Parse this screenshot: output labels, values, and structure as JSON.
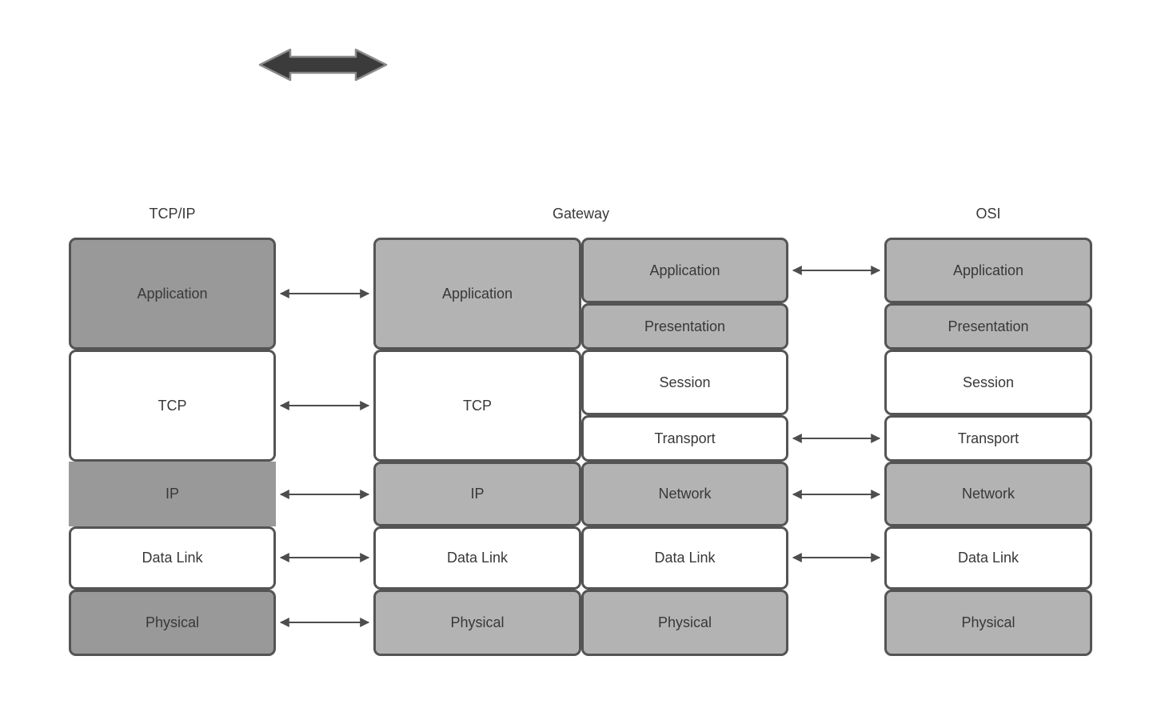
{
  "colors": {
    "background": "#ffffff",
    "box_border": "#545454",
    "tcpip_gray_fill": "#999999",
    "gateway_osi_gray_fill": "#b3b3b3",
    "white_fill": "#ffffff",
    "text": "#383838",
    "connector_arrow": "#4d4d4d",
    "thick_arrow_fill": "#3b3b3b",
    "thick_arrow_outline": "#8a8a8a"
  },
  "icons": {
    "thick_double_arrow": "left-right-block-arrow"
  },
  "headers": {
    "tcpip": "TCP/IP",
    "gateway": "Gateway",
    "osi": "OSI"
  },
  "stacks": {
    "tcpip": {
      "layers": [
        {
          "label": "Application"
        },
        {
          "label": "TCP"
        },
        {
          "label": "IP"
        },
        {
          "label": "Data Link"
        },
        {
          "label": "Physical"
        }
      ]
    },
    "gateway_left": {
      "layers": [
        {
          "label": "Application"
        },
        {
          "label": "TCP"
        },
        {
          "label": "IP"
        },
        {
          "label": "Data Link"
        },
        {
          "label": "Physical"
        }
      ]
    },
    "gateway_right": {
      "layers": [
        {
          "label": "Application"
        },
        {
          "label": "Presentation"
        },
        {
          "label": "Session"
        },
        {
          "label": "Transport"
        },
        {
          "label": "Network"
        },
        {
          "label": "Data Link"
        },
        {
          "label": "Physical"
        }
      ]
    },
    "osi": {
      "layers": [
        {
          "label": "Application"
        },
        {
          "label": "Presentation"
        },
        {
          "label": "Session"
        },
        {
          "label": "Transport"
        },
        {
          "label": "Network"
        },
        {
          "label": "Data Link"
        },
        {
          "label": "Physical"
        }
      ]
    }
  },
  "connectors": {
    "tcpip_to_gateway_rows": [
      "Application",
      "TCP",
      "IP",
      "Data Link",
      "Physical"
    ],
    "gateway_to_osi_rows": [
      "Application",
      "Transport",
      "Network",
      "Data Link"
    ]
  }
}
